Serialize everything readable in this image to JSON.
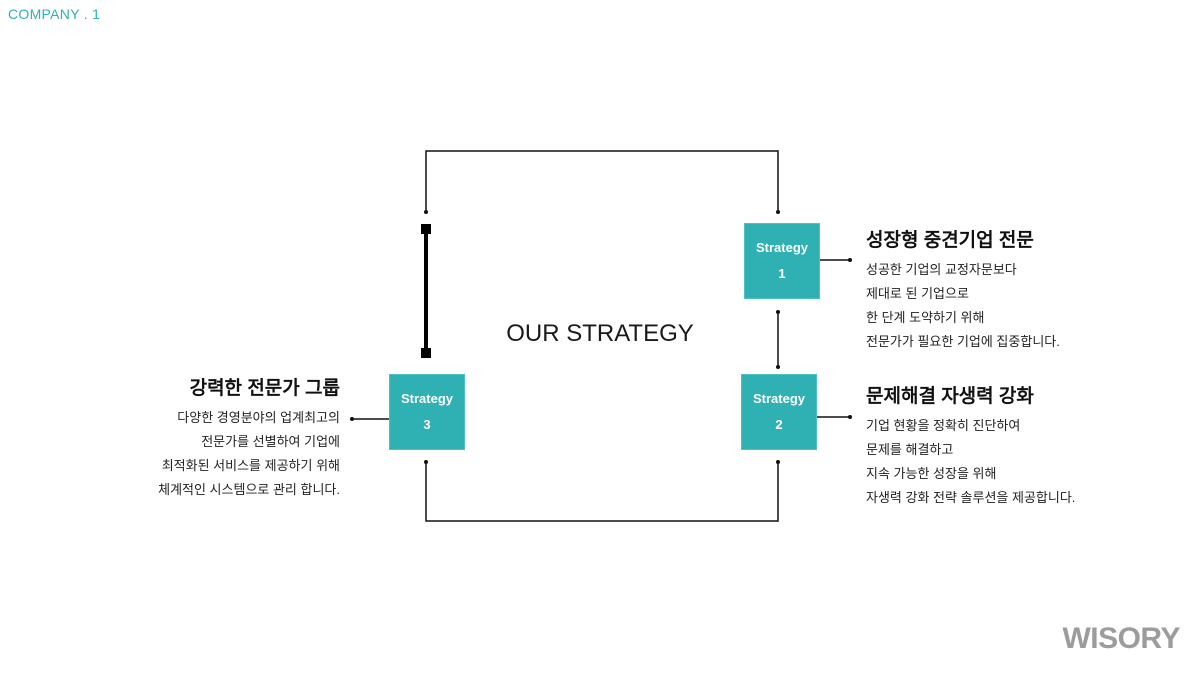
{
  "header": {
    "company": "COMPANY . 1"
  },
  "brand": "WISORY",
  "diagram": {
    "title": "OUR STRATEGY",
    "boxes": [
      {
        "label": "Strategy",
        "number": "1"
      },
      {
        "label": "Strategy",
        "number": "2"
      },
      {
        "label": "Strategy",
        "number": "3"
      }
    ],
    "texts": [
      {
        "heading": "성장형 중견기업 전문",
        "lines": [
          "성공한 기업의 교정자문보다",
          "제대로 된 기업으로",
          "한 단계 도약하기 위해",
          "전문가가 필요한 기업에 집중합니다."
        ]
      },
      {
        "heading": "문제해결 자생력 강화",
        "lines": [
          "기업 현황을 정확히 진단하여",
          "문제를 해결하고",
          "지속 가능한 성장을 위해",
          "자생력 강화 전략 솔루션을 제공합니다."
        ]
      },
      {
        "heading": "강력한 전문가 그룹",
        "lines": [
          "다양한 경영분야의 업계최고의",
          "전문가를 선별하여 기업에",
          "최적화된 서비스를 제공하기 위해",
          "체계적인 시스템으로 관리 합니다."
        ]
      }
    ]
  }
}
